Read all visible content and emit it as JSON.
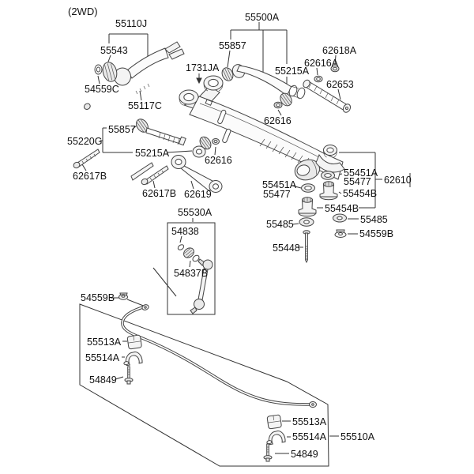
{
  "figure": {
    "variant_label": "(2WD)",
    "type": "exploded-parts-diagram",
    "colors": {
      "line": "#333333",
      "text": "#111111",
      "background": "#ffffff"
    }
  },
  "callouts": [
    {
      "id": "variant",
      "text": "(2WD)"
    },
    {
      "id": "55110J",
      "text": "55110J"
    },
    {
      "id": "55543",
      "text": "55543"
    },
    {
      "id": "54559C",
      "text": "54559C"
    },
    {
      "id": "55117C",
      "text": "55117C"
    },
    {
      "id": "1731JA",
      "text": "1731JA"
    },
    {
      "id": "55500A",
      "text": "55500A"
    },
    {
      "id": "55857-top",
      "text": "55857"
    },
    {
      "id": "55215A-top",
      "text": "55215A"
    },
    {
      "id": "62616A",
      "text": "62616A"
    },
    {
      "id": "62618A",
      "text": "62618A"
    },
    {
      "id": "62653",
      "text": "62653"
    },
    {
      "id": "62616-upper",
      "text": "62616"
    },
    {
      "id": "55857-left",
      "text": "55857"
    },
    {
      "id": "55220G",
      "text": "55220G"
    },
    {
      "id": "55215A-left",
      "text": "55215A"
    },
    {
      "id": "62616-lower",
      "text": "62616"
    },
    {
      "id": "62617B-1",
      "text": "62617B"
    },
    {
      "id": "62617B-2",
      "text": "62617B"
    },
    {
      "id": "62619",
      "text": "62619"
    },
    {
      "id": "55451A-left",
      "text": "55451A"
    },
    {
      "id": "55477-left",
      "text": "55477"
    },
    {
      "id": "55451A-right",
      "text": "55451A"
    },
    {
      "id": "55477-right",
      "text": "55477"
    },
    {
      "id": "62610",
      "text": "62610"
    },
    {
      "id": "55454B-right",
      "text": "55454B"
    },
    {
      "id": "55454B-bottom",
      "text": "55454B"
    },
    {
      "id": "55485-right",
      "text": "55485"
    },
    {
      "id": "54559B-right",
      "text": "54559B"
    },
    {
      "id": "55485-left",
      "text": "55485"
    },
    {
      "id": "55448",
      "text": "55448"
    },
    {
      "id": "55530A",
      "text": "55530A"
    },
    {
      "id": "54838",
      "text": "54838"
    },
    {
      "id": "54837B",
      "text": "54837B"
    },
    {
      "id": "54559B-bar",
      "text": "54559B"
    },
    {
      "id": "55513A-left",
      "text": "55513A"
    },
    {
      "id": "55514A-left",
      "text": "55514A"
    },
    {
      "id": "54849-left",
      "text": "54849"
    },
    {
      "id": "55513A-right",
      "text": "55513A"
    },
    {
      "id": "55514A-right",
      "text": "55514A"
    },
    {
      "id": "54849-right",
      "text": "54849"
    },
    {
      "id": "55510A",
      "text": "55510A"
    }
  ]
}
